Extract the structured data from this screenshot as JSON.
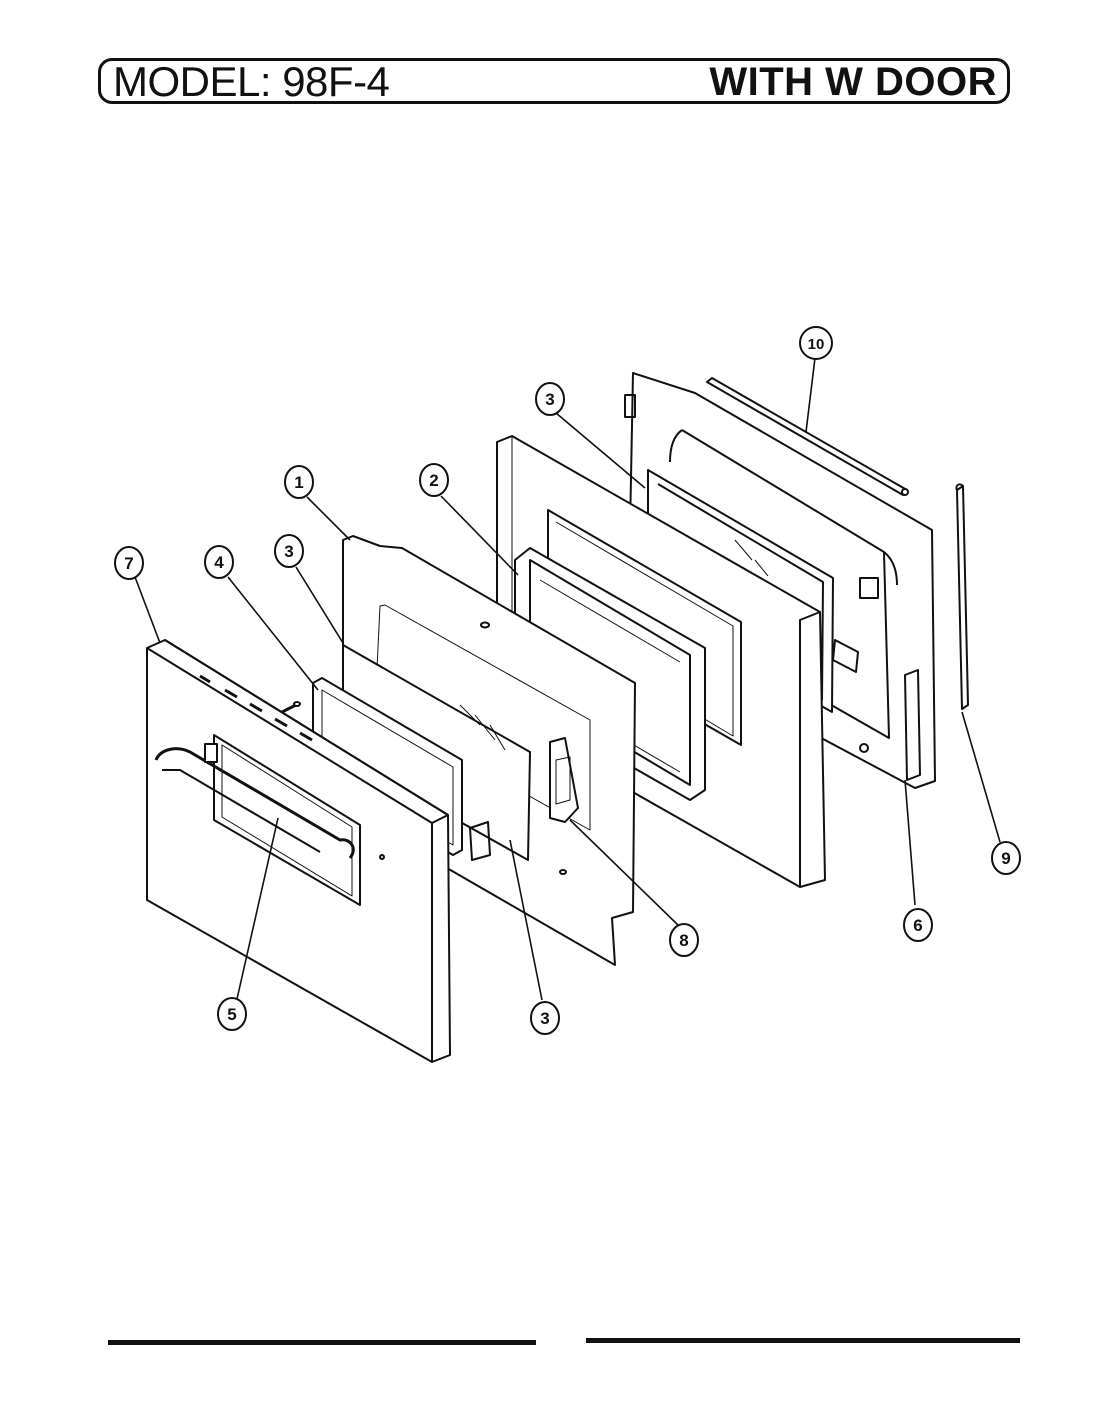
{
  "header": {
    "model": "MODEL: 98F-4",
    "subtitle": "WITH W DOOR"
  },
  "callouts": [
    {
      "id": "c1",
      "label": "1"
    },
    {
      "id": "c2",
      "label": "2"
    },
    {
      "id": "c3a",
      "label": "3"
    },
    {
      "id": "c3b",
      "label": "3"
    },
    {
      "id": "c3c",
      "label": "3"
    },
    {
      "id": "c4",
      "label": "4"
    },
    {
      "id": "c5",
      "label": "5"
    },
    {
      "id": "c6",
      "label": "6"
    },
    {
      "id": "c7",
      "label": "7"
    },
    {
      "id": "c8",
      "label": "8"
    },
    {
      "id": "c9",
      "label": "9"
    },
    {
      "id": "c10",
      "label": "10"
    }
  ]
}
